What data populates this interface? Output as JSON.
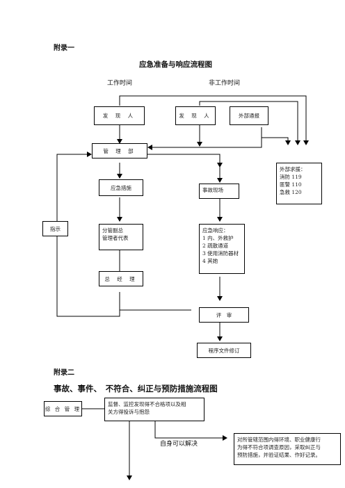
{
  "appendix1": {
    "heading": "附录一",
    "title": "应急准备与响应流程图",
    "work_hours": "工作时间",
    "off_hours": "非工作时间",
    "discoverer_work": "发 现 人",
    "discoverer_off": "发 现 人",
    "external_report": "外部通报",
    "management": "管 理 部",
    "emergency_measures": "应急措施",
    "accident_site": "事故现场",
    "external_help": [
      "外部求援：",
      "消防 119",
      "匪警 110",
      "急救 120"
    ],
    "instruction": "指示",
    "deputy_manager": [
      "分管副总",
      "管理者代表"
    ],
    "general_manager": "总 经 理",
    "emergency_response": [
      "应急响应：",
      "1 内、外救护",
      "2 疏散通道",
      "3 使用消防器材",
      "4 其她"
    ],
    "review": "评　审",
    "procedure_revision": "程序文件修订"
  },
  "appendix2": {
    "heading": "附录二",
    "title": "事故、事件、　不符合、纠正与预防措施流程图",
    "general_mgmt": "综 合 管 理",
    "supervise": [
      "监督、监控发现得不合格项以及相",
      "关方得投诉与抱怨"
    ],
    "self_resolve": "自身可以解决",
    "corrective": [
      "对所管辖范围内得环境、职业健康行",
      "为得不符合项调查原因，采取纠正与",
      "预防措施，并验证结果、作好记录。"
    ]
  }
}
